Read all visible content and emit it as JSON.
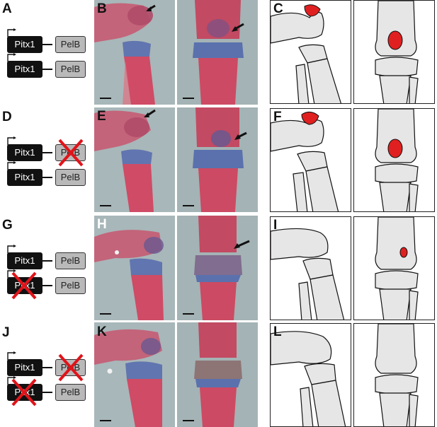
{
  "panel_labels": {
    "A": "A",
    "B": "B",
    "C": "C",
    "D": "D",
    "E": "E",
    "F": "F",
    "G": "G",
    "H": "H",
    "I": "I",
    "J": "J",
    "K": "K",
    "L": "L"
  },
  "constructs": {
    "gene_promoter": "Pitx1",
    "gene_partner": "PelB",
    "rows": [
      {
        "top": {
          "pitx_deleted": false,
          "pelb_deleted": false
        },
        "bottom": {
          "pitx_deleted": false,
          "pelb_deleted": false
        }
      },
      {
        "top": {
          "pitx_deleted": false,
          "pelb_deleted": true
        },
        "bottom": {
          "pitx_deleted": false,
          "pelb_deleted": false
        }
      },
      {
        "top": {
          "pitx_deleted": false,
          "pelb_deleted": false
        },
        "bottom": {
          "pitx_deleted": true,
          "pelb_deleted": false
        }
      },
      {
        "top": {
          "pitx_deleted": false,
          "pelb_deleted": true
        },
        "bottom": {
          "pitx_deleted": true,
          "pelb_deleted": false
        }
      }
    ]
  },
  "colors": {
    "patella_highlight": "#e02020",
    "deletion_cross": "#e0141a",
    "bone_fill": "#e6e6e6",
    "bone_stain": "#c83c5a",
    "cartilage_stain": "#3c64b4",
    "photo_background": "#8fa0a3"
  },
  "drawings": {
    "row1": {
      "patella_visible": true,
      "patella_size": "large"
    },
    "row2": {
      "patella_visible": true,
      "patella_size": "large"
    },
    "row3": {
      "patella_visible": true,
      "patella_size": "small"
    },
    "row4": {
      "patella_visible": false,
      "patella_size": "none"
    }
  }
}
